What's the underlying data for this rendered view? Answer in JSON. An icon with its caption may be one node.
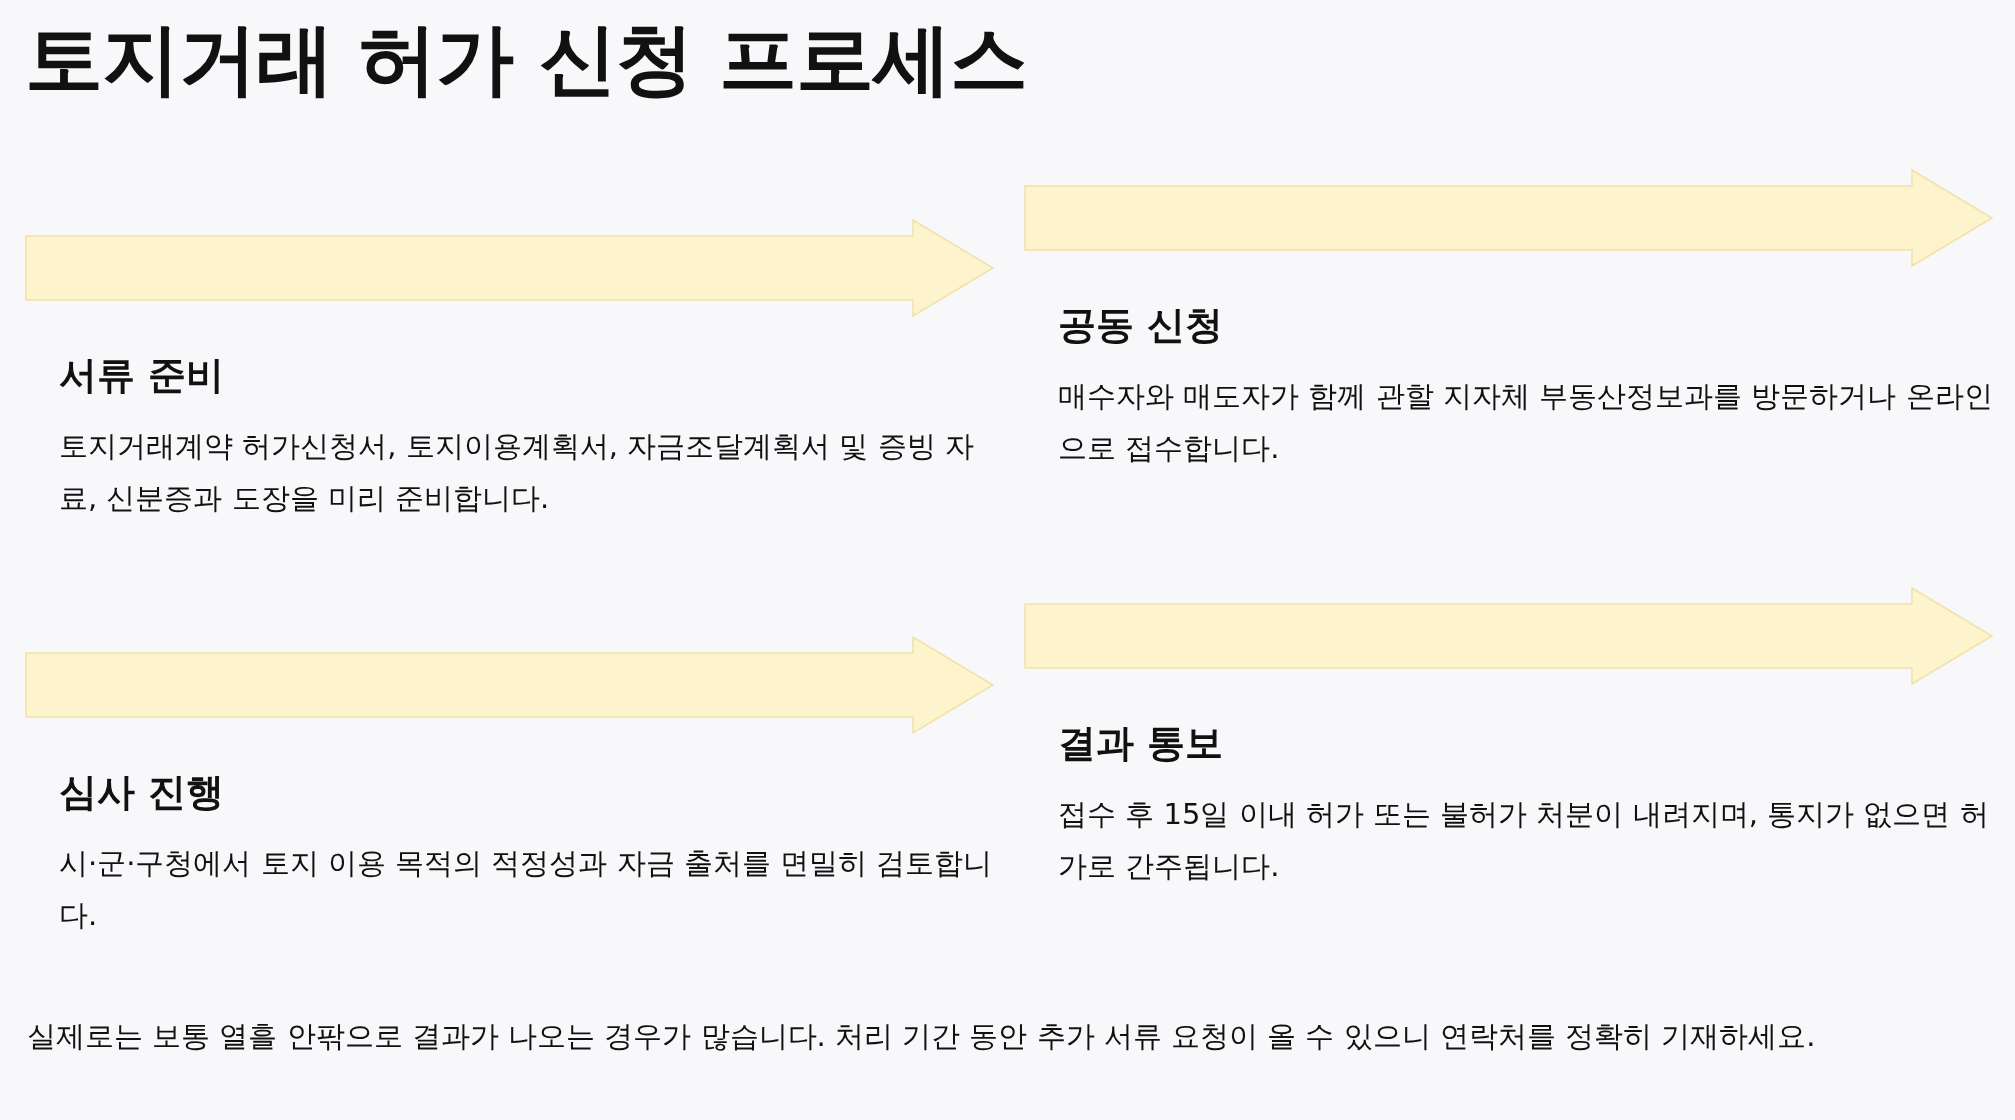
{
  "diagram": {
    "title": "토지거래 허가 신청 프로세스",
    "nodes": [
      {
        "text": [
          "서류 준비",
          "토지거래계약 허가신청서, 토지이용계획서, 자금조달계획서 및 증빙 자료, 신분증과 도장을 미리 준비합니다."
        ]
      },
      {
        "text": [
          "공동 신청",
          "매수자와 매도자가 함께 관할 지자체 부동산정보과를 방문하거나 온라인으로 접수합니다."
        ]
      },
      {
        "text": [
          "심사 진행",
          "시·군·구청에서 토지 이용 목적의 적정성과 자금 출처를 면밀히 검토합니다."
        ]
      },
      {
        "text": [
          "결과 통보",
          "접수 후 15일 이내 허가 또는 불허가 처분이 내려지며, 통지가 없으면 허가로 간주됩니다."
        ]
      }
    ],
    "labels": [
      "실제로는 보통 열흘 안팎으로 결과가 나오는 경우가 많습니다. 처리 기간 동안 추가 서류 요청이 올 수 있으니 연락처를 정확히 기재하세요."
    ]
  }
}
